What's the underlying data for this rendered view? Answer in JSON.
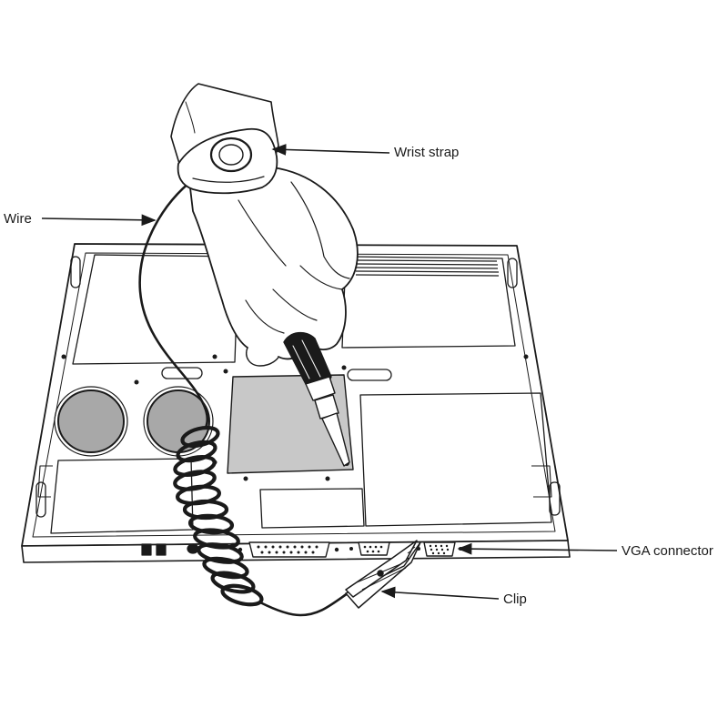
{
  "labels": {
    "wrist_strap": "Wrist strap",
    "wire": "Wire",
    "vga_connector": "VGA connector",
    "clip": "Clip"
  },
  "colors": {
    "ink": "#1a1a1a",
    "panel_gray": "#c8c8c8",
    "fan_gray": "#a8a8a8",
    "background": "#ffffff"
  }
}
